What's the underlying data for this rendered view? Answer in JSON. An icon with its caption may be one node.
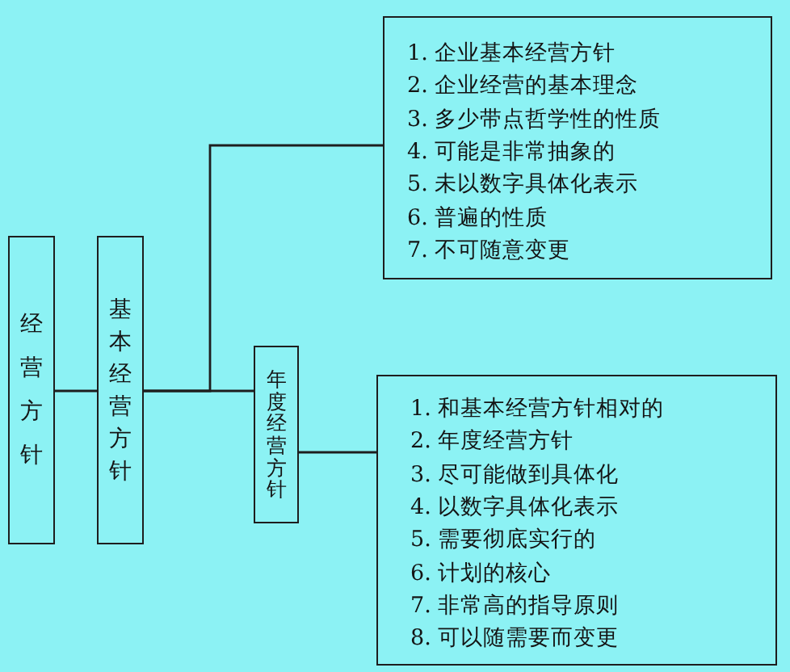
{
  "diagram": {
    "nodes": [
      {
        "text": [
          "经营方针"
        ]
      },
      {
        "text": [
          "基本经营方针"
        ]
      },
      {
        "text": [
          "年度经营方针"
        ]
      },
      {
        "text": [
          "1. 企业基本经营方针",
          "2. 企业经营的基本理念",
          "3. 多少带点哲学性的性质",
          "4. 可能是非常抽象的",
          "5. 未以数字具体化表示",
          "6. 普遍的性质",
          "7. 不可随意变更"
        ]
      },
      {
        "text": [
          "1. 和基本经营方针相对的",
          "2. 年度经营方针",
          "3. 尽可能做到具体化",
          "4. 以数字具体化表示",
          "5. 需要彻底实行的",
          "6. 计划的核心",
          "7. 非常高的指导原则",
          "8. 可以随需要而变更"
        ]
      }
    ],
    "edges": [
      {
        "from": 0,
        "to": 1,
        "arrow": "none"
      },
      {
        "from": 1,
        "to": 3,
        "arrow": "none"
      },
      {
        "from": 1,
        "to": 2,
        "arrow": "none"
      },
      {
        "from": 2,
        "to": 4,
        "arrow": "none"
      }
    ]
  }
}
